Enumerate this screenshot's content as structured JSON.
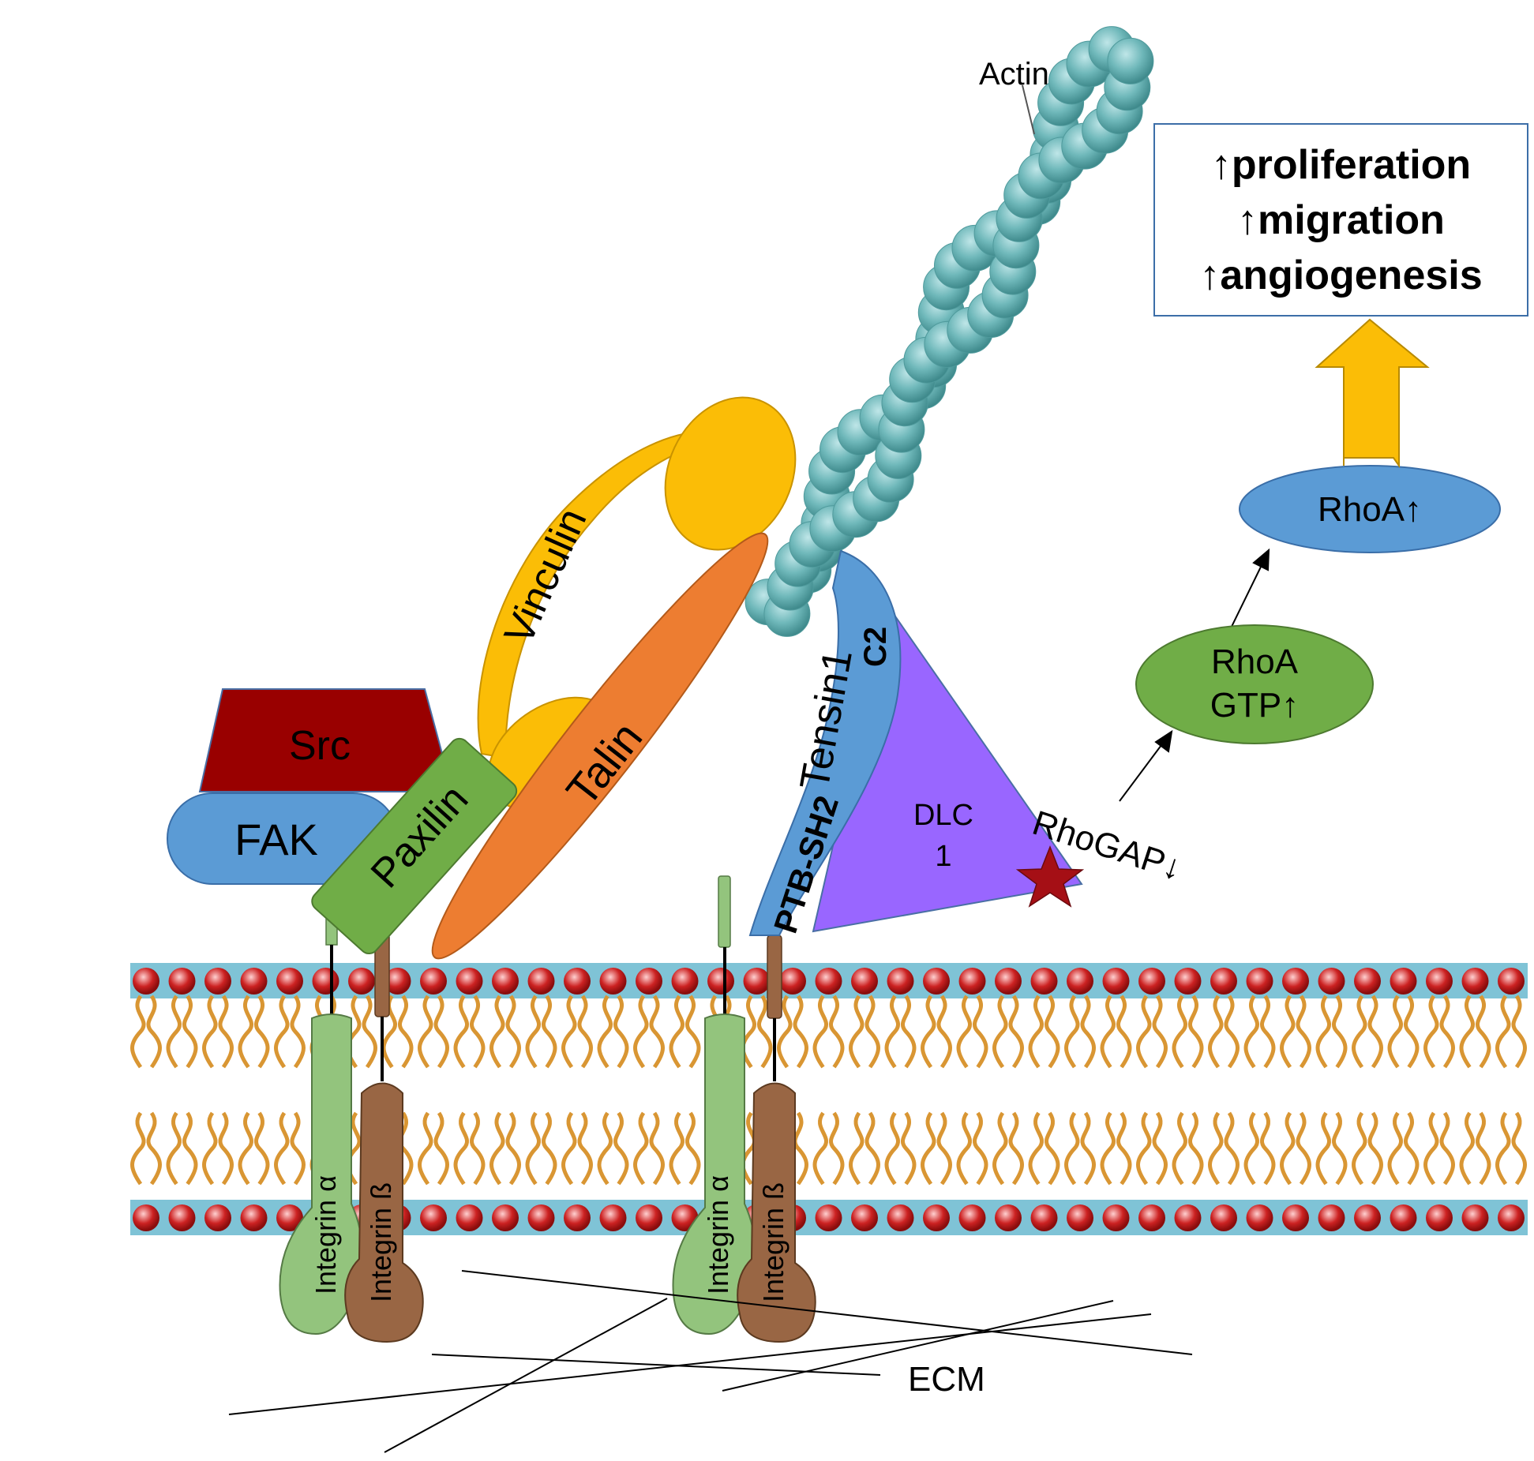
{
  "labels": {
    "actin": "Actin",
    "vinculin": "Vinculin",
    "talin": "Talin",
    "src": "Src",
    "fak": "FAK",
    "paxilin": "Paxilin",
    "tensin1": "Tensin1",
    "c2": "C2",
    "ptb_sh2": "PTB-SH2",
    "dlc_line1": "DLC",
    "dlc_line2": "1",
    "rhogap": "RhoGAP↓",
    "rhoa_gtp_line1": "RhoA",
    "rhoa_gtp_line2": "GTP↑",
    "rhoa": "RhoA↑",
    "integrin_alpha": "Integrin α",
    "integrin_beta": "Integrin ß",
    "ecm": "ECM"
  },
  "outcomes": [
    "↑proliferation",
    "↑migration",
    "↑angiogenesis"
  ],
  "colors": {
    "actin": "#6fb8ba",
    "vinculin": "#fbbd06",
    "talin": "#ed7d31",
    "src": "#990000",
    "fak": "#5b9bd5",
    "paxilin": "#70ad47",
    "tensin": "#5b9bd5",
    "dlc1": "#9966ff",
    "star": "#a50f15",
    "rhoa_gtp": "#70ad47",
    "rhoa": "#5b9bd5",
    "integrin_alpha": "#93c47d",
    "integrin_beta": "#996644",
    "membrane_band": "#7fc3d6",
    "lipid_head": "#cc2222",
    "lipid_tail": "#d99633",
    "arrow": "#fbbd06",
    "box_border": "#3c6ea8"
  }
}
